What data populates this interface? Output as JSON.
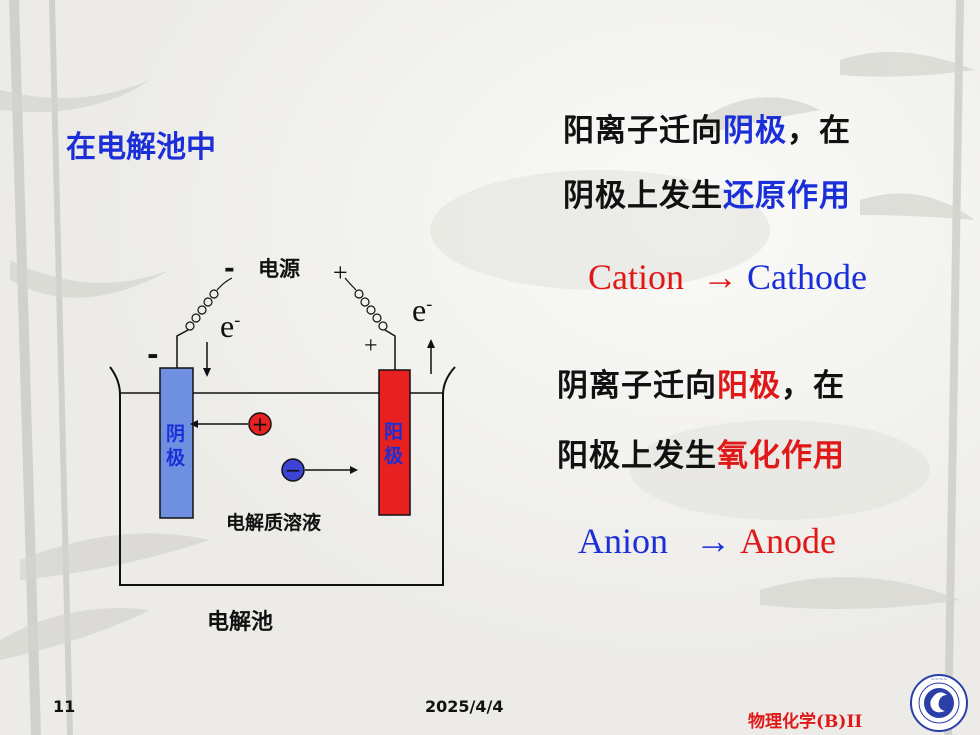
{
  "slide": {
    "title": "在电解池中",
    "cation_line1_a": "阳离子迁向",
    "cation_line1_b": "阴极",
    "cation_line1_c": "，在",
    "cation_line2_a": "阴极上发生",
    "cation_line2_b": "还原作用",
    "cation_eq_left": "Cation",
    "arrow": "→",
    "cation_eq_right": "Cathode",
    "anion_line1_a": "阴离子迁向",
    "anion_line1_b": "阳极",
    "anion_line1_c": "，在",
    "anion_line2_a": "阳极上发生",
    "anion_line2_b": "氧化作用",
    "anion_eq_left": "Anion",
    "anion_eq_right": "Anode"
  },
  "diagram": {
    "power_label": "电源",
    "minus_top": "-",
    "plus_top": "+",
    "minus_left": "-",
    "plus_right": "+",
    "electron_left": "e",
    "electron_right": "e",
    "electron_sup": "-",
    "cathode_label": "阴极",
    "anode_label": "阳极",
    "solution_label": "电解质溶液",
    "cell_label": "电解池",
    "cation_symbol": "+",
    "anion_symbol": "−"
  },
  "footer": {
    "page_number": "11",
    "date": "2025/4/4",
    "course": "物理化学(B)II"
  },
  "colors": {
    "blue": "#1a2fd8",
    "red": "#e01818",
    "cathode": "#6f8fe0",
    "anode": "#e82020"
  }
}
